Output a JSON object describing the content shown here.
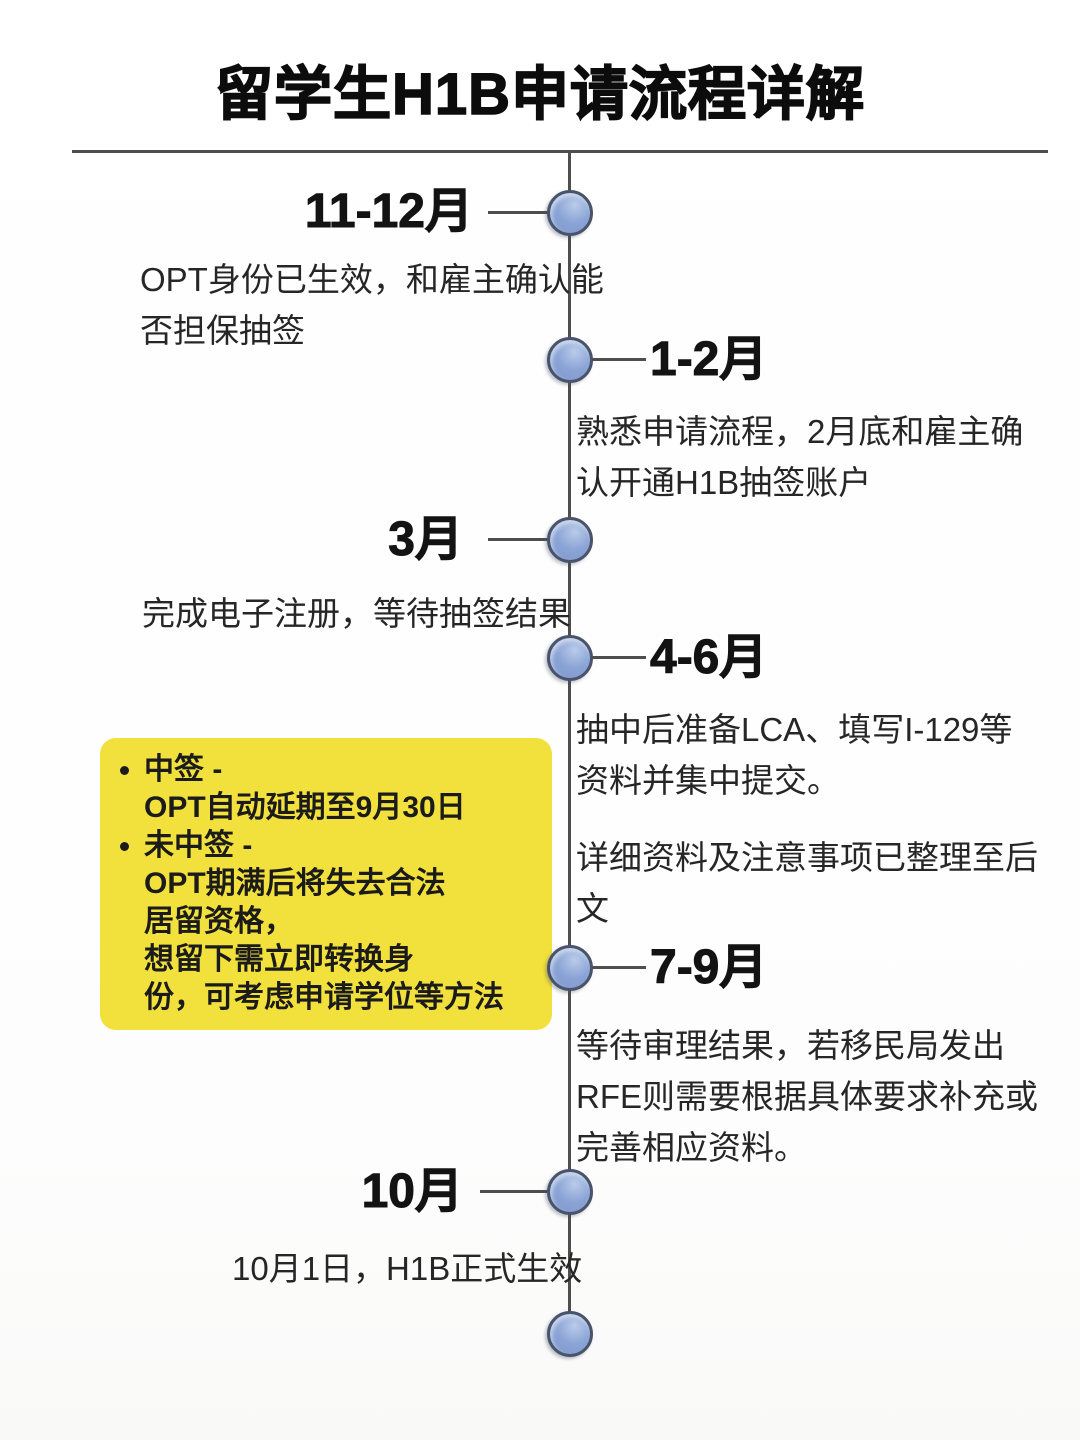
{
  "title": "留学生H1B申请流程详解",
  "colors": {
    "node_fill": "#8ba4d6",
    "node_border": "#49536a",
    "timeline_line": "#4e4e4e",
    "note_box_background": "#f2e13c",
    "title_text": "#0c0c0c",
    "body_text": "#262626"
  },
  "timeline": {
    "milestones": [
      {
        "label": "11-12月",
        "side": "left",
        "description": "OPT身份已生效，和雇主确认能\n否担保抽签"
      },
      {
        "label": "1-2月",
        "side": "right",
        "description": "熟悉申请流程，2月底和雇主确\n认开通H1B抽签账户"
      },
      {
        "label": "3月",
        "side": "left",
        "description": "完成电子注册，等待抽签结果"
      },
      {
        "label": "4-6月",
        "side": "right",
        "description": "抽中后准备LCA、填写I-129等\n资料并集中提交。",
        "description2": "详细资料及注意事项已整理至后\n文"
      },
      {
        "label": "7-9月",
        "side": "right",
        "description": "等待审理结果，若移民局发出\nRFE则需要根据具体要求补充或\n完善相应资料。"
      },
      {
        "label": "10月",
        "side": "left",
        "description": "10月1日，H1B正式生效"
      }
    ],
    "note_box": {
      "bullets": [
        "中签 - OPT自动延期至9月30日",
        "未中签 - OPT期满后将失去合法\n居留资格，想留下需立即转换身\n份，可考虑申请学位等方法"
      ]
    }
  }
}
